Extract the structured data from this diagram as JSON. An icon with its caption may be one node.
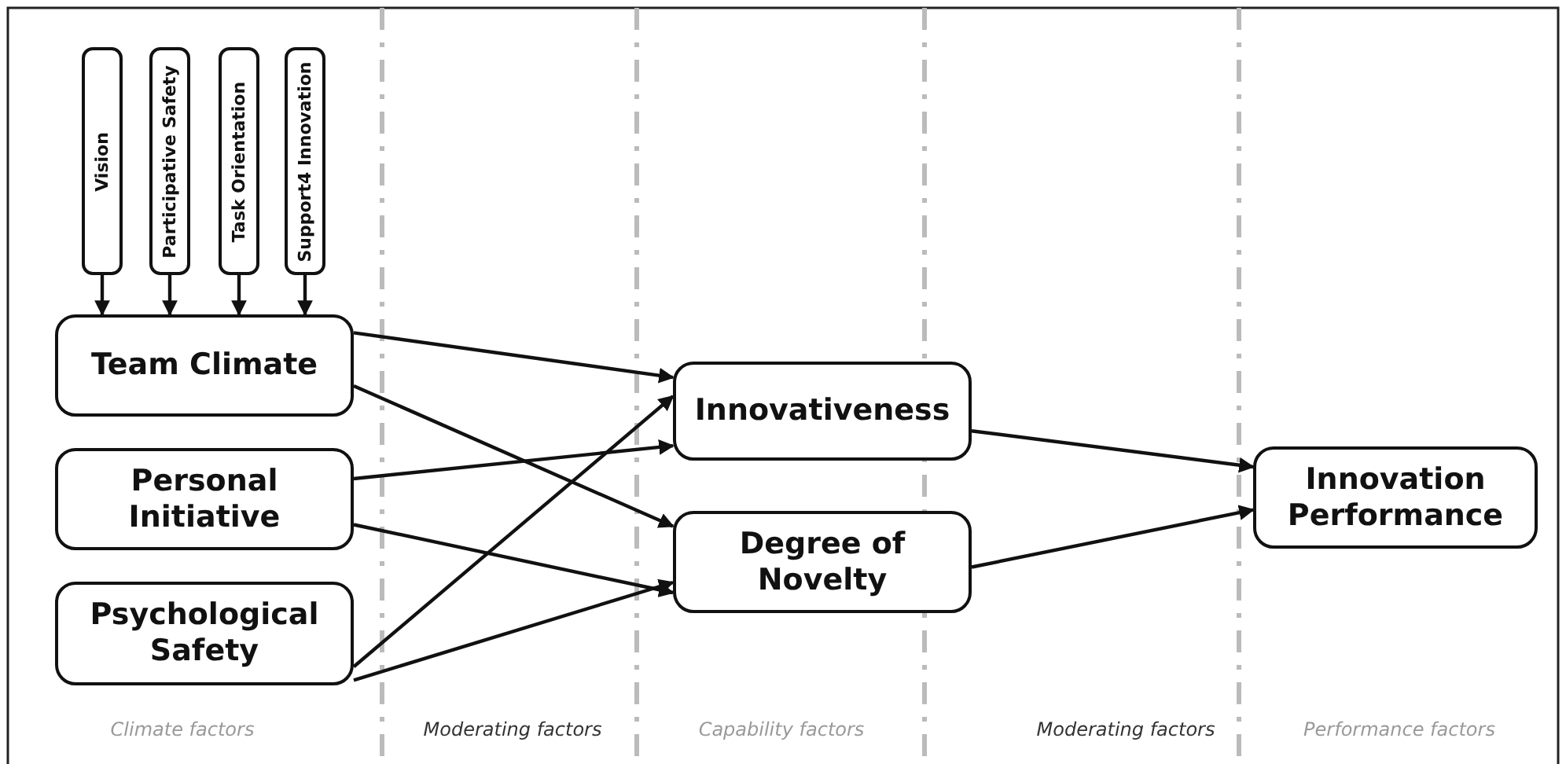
{
  "diagram": {
    "nodes": [
      {
        "text": [
          "Vision"
        ]
      },
      {
        "text": [
          "Participative Safety"
        ]
      },
      {
        "text": [
          "Task Orientation"
        ]
      },
      {
        "text": [
          "Support4 Innovation"
        ]
      },
      {
        "text": [
          "Team Climate"
        ]
      },
      {
        "text": [
          "Personal Initiative"
        ]
      },
      {
        "text": [
          "Psychological Safety"
        ]
      },
      {
        "text": [
          "Innovativeness"
        ]
      },
      {
        "text": [
          "Degree of Novelty"
        ]
      },
      {
        "text": [
          "Innovation Performance"
        ]
      }
    ],
    "edges": [
      {
        "from": 0,
        "to": 4,
        "arrow": "to"
      },
      {
        "from": 1,
        "to": 4,
        "arrow": "to"
      },
      {
        "from": 2,
        "to": 4,
        "arrow": "to"
      },
      {
        "from": 3,
        "to": 4,
        "arrow": "to"
      },
      {
        "from": 4,
        "to": 7,
        "arrow": "to"
      },
      {
        "from": 4,
        "to": 8,
        "arrow": "to"
      },
      {
        "from": 5,
        "to": 7,
        "arrow": "to"
      },
      {
        "from": 5,
        "to": 8,
        "arrow": "to"
      },
      {
        "from": 6,
        "to": 7,
        "arrow": "to"
      },
      {
        "from": 6,
        "to": 8,
        "arrow": "to"
      },
      {
        "from": 7,
        "to": 9,
        "arrow": "to"
      },
      {
        "from": 8,
        "to": 9,
        "arrow": "to"
      }
    ],
    "labels": [
      "Climate factors",
      "Moderating factors",
      "Capability factors",
      "Moderating factors",
      "Performance factors"
    ]
  }
}
